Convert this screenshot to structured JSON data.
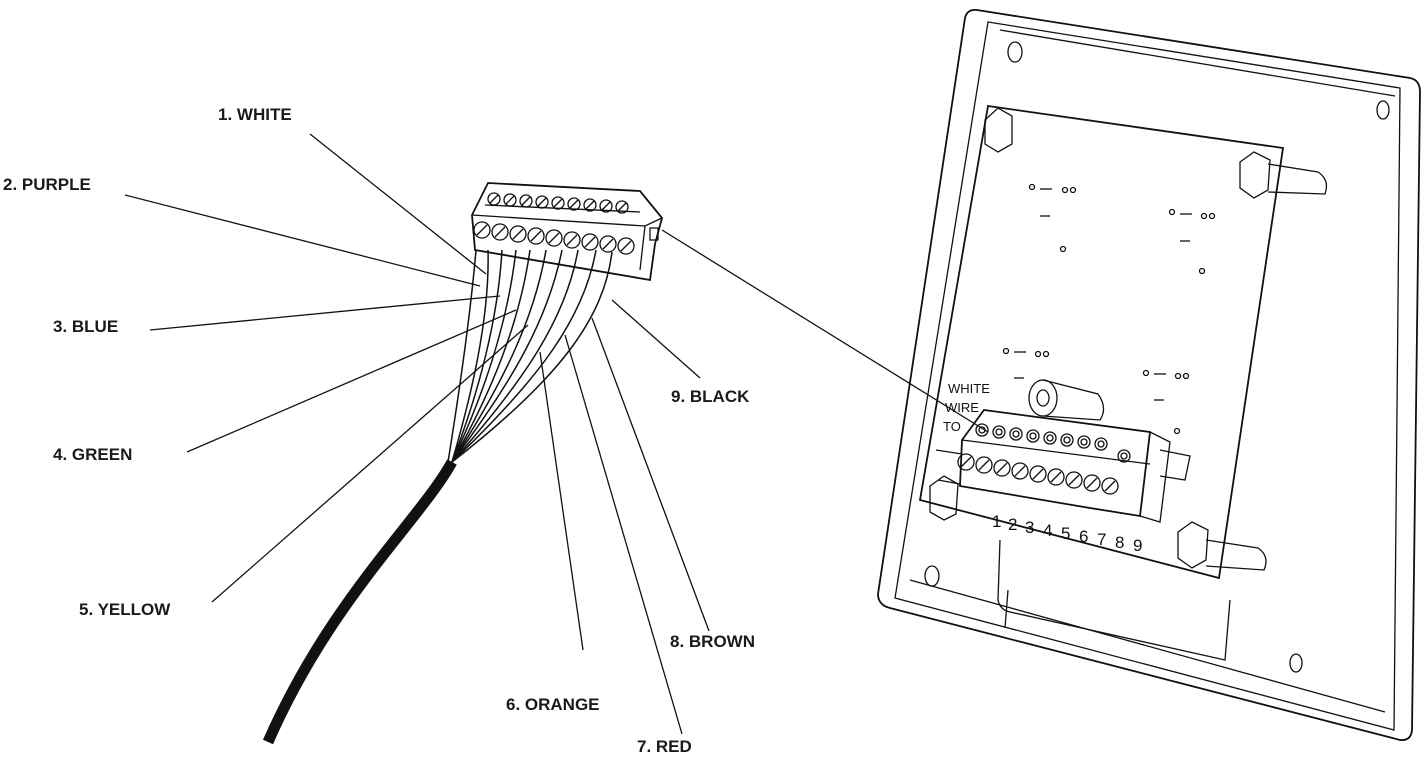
{
  "wire_labels": {
    "w1": "1. WHITE",
    "w2": "2. PURPLE",
    "w3": "3. BLUE",
    "w4": "4. GREEN",
    "w5": "5. YELLOW",
    "w6": "6. ORANGE",
    "w7": "7. RED",
    "w8": "8. BROWN",
    "w9": "9. BLACK"
  },
  "panel": {
    "white_wire_label": "WHITE",
    "white_wire_label2": "WIRE",
    "white_wire_label3": "TO",
    "terminal_numbers": [
      "1",
      "2",
      "3",
      "4",
      "5",
      "6",
      "7",
      "8",
      "9"
    ]
  },
  "colors": {
    "line": "#111111",
    "background": "#ffffff"
  }
}
